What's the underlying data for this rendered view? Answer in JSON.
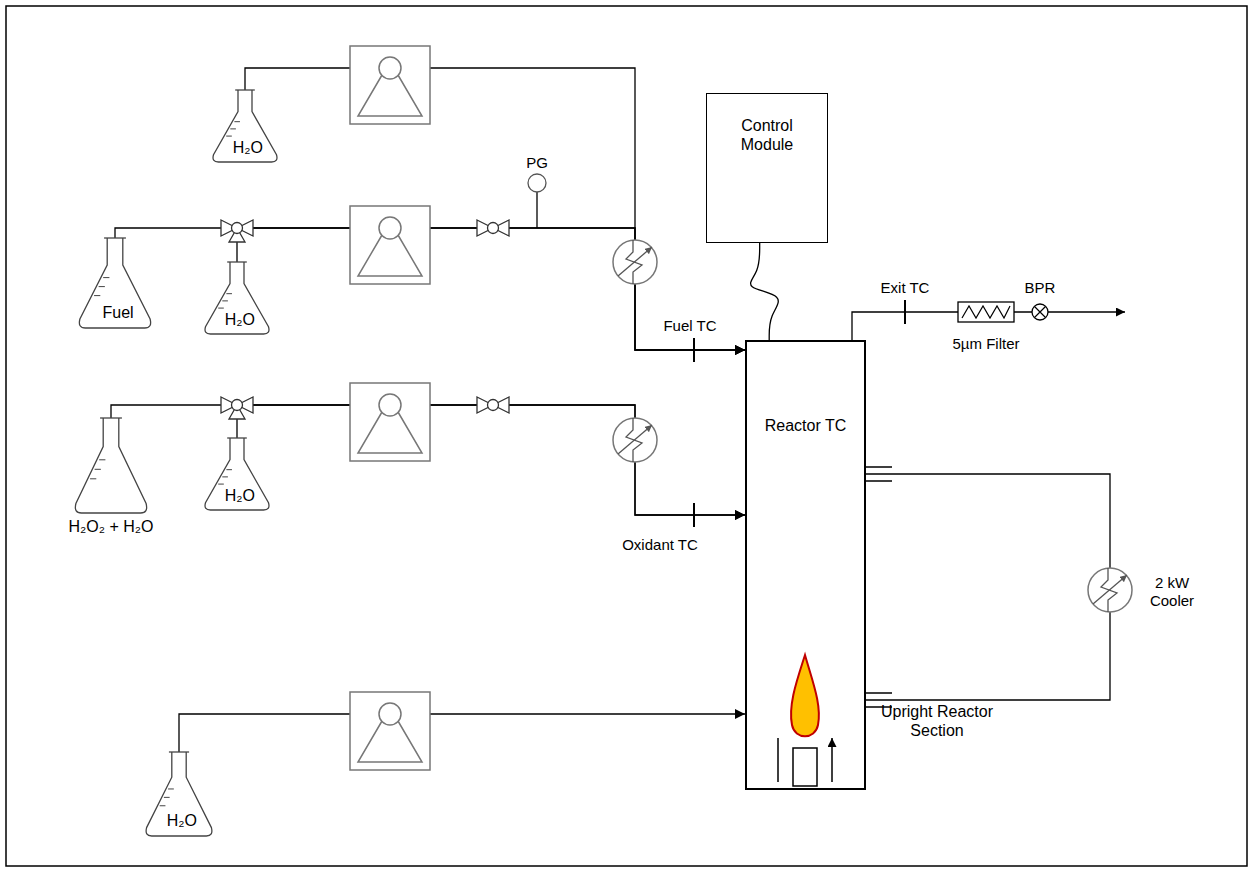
{
  "diagram": {
    "nodes": [
      {
        "text": [
          "H₂O"
        ]
      },
      {
        "text": [
          "Control Module"
        ]
      },
      {
        "text": [
          "Fuel"
        ]
      },
      {
        "text": [
          "H₂O"
        ]
      },
      {
        "text": [
          "H₂O₂ + H₂O"
        ]
      },
      {
        "text": [
          "H₂O"
        ]
      },
      {
        "text": [
          "Reactor TC",
          "Upright Reactor Section"
        ]
      },
      {
        "text": [
          "H₂O"
        ]
      }
    ],
    "edges": [
      {
        "from": 0,
        "to": 6,
        "arrow": "to"
      },
      {
        "from": 2,
        "to": 6,
        "arrow": "to"
      },
      {
        "from": 3,
        "to": 6,
        "arrow": "to"
      },
      {
        "from": 4,
        "to": 6,
        "arrow": "to"
      },
      {
        "from": 5,
        "to": 6,
        "arrow": "to"
      },
      {
        "from": 7,
        "to": 6,
        "arrow": "to"
      },
      {
        "from": 1,
        "to": 6,
        "arrow": "none"
      }
    ],
    "labels": [
      "PG",
      "Fuel TC",
      "Oxidant TC",
      "Exit TC",
      "5µm Filter",
      "BPR",
      "2 kW Cooler"
    ]
  }
}
